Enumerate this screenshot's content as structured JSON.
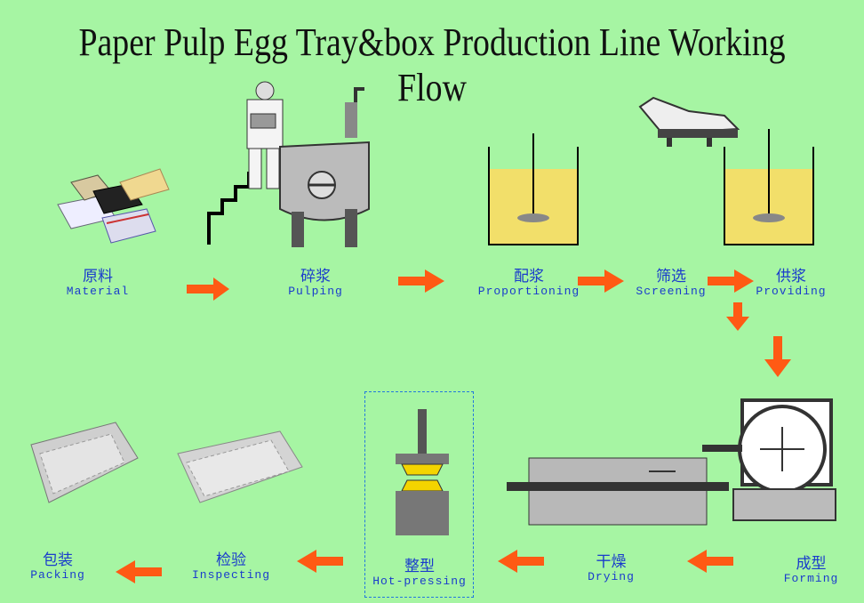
{
  "title": "Paper Pulp Egg Tray&box Production Line Working Flow",
  "colors": {
    "background": "#a6f5a3",
    "arrow": "#ff5a14",
    "label": "#1a3ccc",
    "slurry": "#f2df6a"
  },
  "steps": [
    {
      "cn": "原料",
      "en": "Material"
    },
    {
      "cn": "碎浆",
      "en": "Pulping"
    },
    {
      "cn": "配浆",
      "en": "Proportioning"
    },
    {
      "cn": "筛选",
      "en": "Screening"
    },
    {
      "cn": "供浆",
      "en": "Providing"
    },
    {
      "cn": "成型",
      "en": "Forming"
    },
    {
      "cn": "干燥",
      "en": "Drying"
    },
    {
      "cn": "整型",
      "en": "Hot-pressing"
    },
    {
      "cn": "检验",
      "en": "Inspecting"
    },
    {
      "cn": "包装",
      "en": "Packing"
    }
  ]
}
